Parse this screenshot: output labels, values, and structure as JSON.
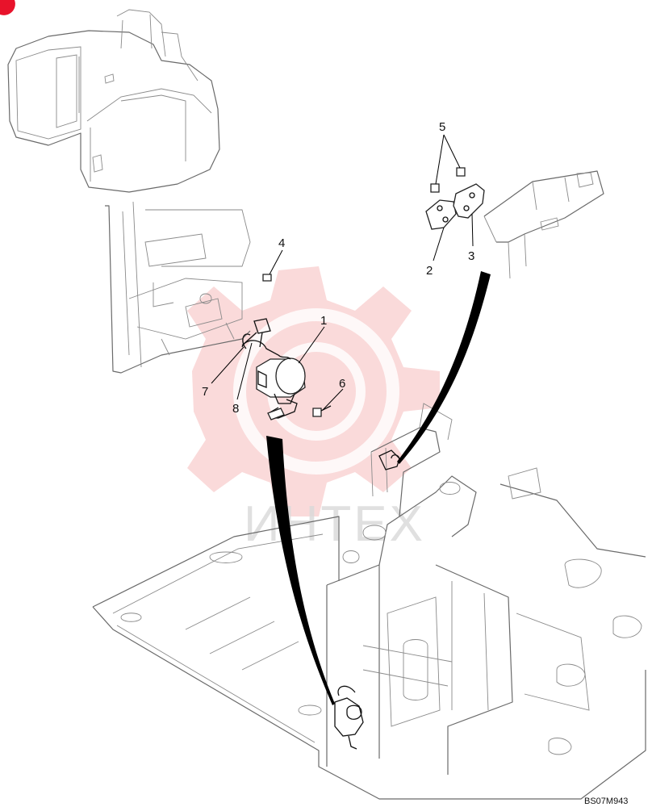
{
  "diagram": {
    "drawing_code": "BS07M943",
    "callouts": [
      {
        "id": "callout-1",
        "label": "1"
      },
      {
        "id": "callout-2",
        "label": "2"
      },
      {
        "id": "callout-3",
        "label": "3"
      },
      {
        "id": "callout-4",
        "label": "4"
      },
      {
        "id": "callout-5",
        "label": "5"
      },
      {
        "id": "callout-6",
        "label": "6"
      },
      {
        "id": "callout-7",
        "label": "7"
      },
      {
        "id": "callout-8",
        "label": "8"
      }
    ]
  },
  "watermark": {
    "text": "ИНТЕХ",
    "color": "#f6bcbc"
  },
  "colors": {
    "corner_mark": "#e8132b",
    "line": "#6a6a6a"
  }
}
